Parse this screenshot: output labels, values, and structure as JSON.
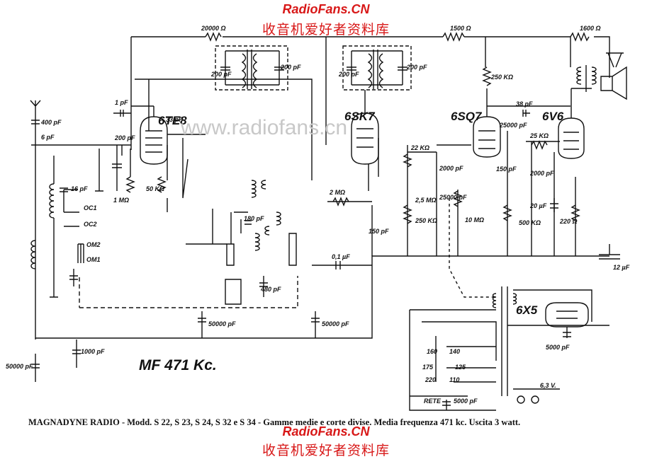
{
  "watermark": {
    "brand_top": "RadioFans.CN",
    "chinese_top": "收音机爱好者资料库",
    "brand_bottom": "RadioFans.CN",
    "chinese_bottom": "收音机爱好者资料库",
    "site_overlay": "www.radiofans.cn"
  },
  "caption": "MAGNADYNE RADIO - Modd. S 22, S 23, S 24, S 32 e S 34 - Gamme medie e corte divise. Media frequenza 471 kc. Uscita 3 watt.",
  "mf_note": "MF 471 Kc.",
  "tubes": [
    "6TE8",
    "6SK7",
    "6SQ7",
    "6V6",
    "6X5"
  ],
  "component_labels": {
    "r_top_1": "20000 Ω",
    "r_top_2": "1500 Ω",
    "r_top_3": "1600 Ω",
    "c_ant": "400 pF",
    "c_1": "1 pF",
    "c_6": "6 pF",
    "c_200a": "200 pF",
    "c_33": "33 pF",
    "c_if1a": "200 pF",
    "c_if1b": "200 pF",
    "c_if2a": "200 pF",
    "c_if2b": "200 pF",
    "r_250k": "250 KΩ",
    "c_38": "38 pF",
    "c_25000": "25000 pF",
    "r_25k": "25 KΩ",
    "r_50k": "50 KΩ",
    "r_1m_a": "1 MΩ",
    "c_16": "16 pF",
    "oc1": "OC1",
    "oc2": "OC2",
    "om2": "OM2",
    "om1": "OM1",
    "r_22k": "22 KΩ",
    "c_2000a": "2000 pF",
    "c_150a": "150 pF",
    "c_2000b": "2000 pF",
    "r_2m": "2 MΩ",
    "pot": "2,5 MΩ",
    "c_25000b": "25000 pF",
    "c_20uf": "20 µF",
    "c_180": "180 pF",
    "c_150b": "150 pF",
    "r_250k_b": "250 KΩ",
    "r_10m": "10 MΩ",
    "r_500k": "500 KΩ",
    "r_220": "220 Ω",
    "c_480": "480 pF",
    "c_01": "0,1 µF",
    "c_12uf": "12 µF",
    "c_50000a": "50000 pF",
    "c_50000b": "50000 pF",
    "c_1000": "1000 pF",
    "c_50000c": "50000 pF",
    "c_5000a": "5000 pF",
    "c_5000b": "5000 pF",
    "v_160": "160",
    "v_140": "140",
    "v_175": "175",
    "v_125": "125",
    "v_220": "220",
    "v_110": "110",
    "rete": "RETE",
    "heater": "6,3 V."
  }
}
